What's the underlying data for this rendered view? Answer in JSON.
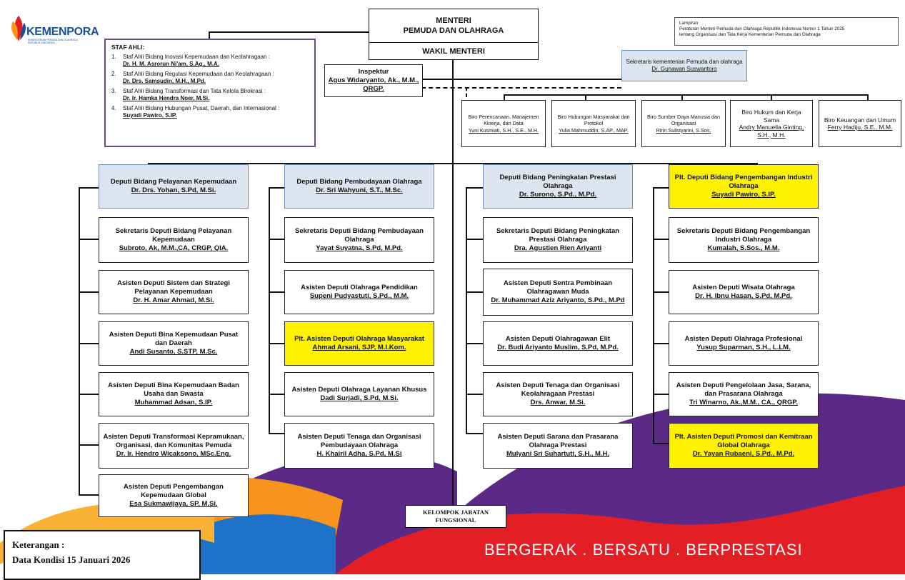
{
  "logo": {
    "name": "KEMENPORA",
    "subtitle": "KEMENTERIAN PEMUDA DAN OLAHRAGA REPUBLIK INDONESIA"
  },
  "menteri": {
    "title_line1": "MENTERI",
    "title_line2": "PEMUDA DAN OLAHRAGA",
    "wakil": "WAKIL MENTERI"
  },
  "lampiran": {
    "line1": "Lampiran",
    "line2": "Peraturan Menteri Pemuda dan Olahraga Republik Indonesia Nomor 1 Tahun 2025",
    "line3": "tentang Organisasi dan Tata Kerja Kementerian Pemuda dan Olahraga"
  },
  "staf_ahli": {
    "title": "STAF AHLI:",
    "items": [
      {
        "num": "1.",
        "role": "Staf Ahli Bidang Inovasi Kepemudaan dan Keolahragaan :",
        "name": "Dr. H. M. Asrorun Ni'am, S.Ag., M.A."
      },
      {
        "num": "2.",
        "role": "Staf Ahli Bidang Regulasi Kepemudaan dan Keolahragaan :",
        "name": "Dr. Drs. Samsudin, M.H., M.Pd."
      },
      {
        "num": "3.",
        "role": "Staf Ahli Bidang Transformasi dan Tata Kelola Birokrasi :",
        "name": "Dr. Ir. Hamka Hendra Noer, M.Si."
      },
      {
        "num": "4.",
        "role": "Staf Ahli Bidang Hubungan Pusat, Daerah, dan Internasional :",
        "name": "Suyadi Pawiro, S.IP."
      }
    ]
  },
  "inspektur": {
    "title": "Inspektur",
    "name": "Agus Widaryanto, Ak., M.M., QRGP."
  },
  "sekretaris": {
    "title": "Sekretaris kementerian Pemuda dan olahraga",
    "name": "Dr. Gunawan Suswantoro"
  },
  "biro": [
    {
      "title": "Biro Perencanaan, Manajemen Kinerja, dan Data",
      "name": "Yuni Kusmiati, S.H., S.E., M.H."
    },
    {
      "title": "Biro Hubungan Masyarakat dan Protokol",
      "name": "Yulia Mahmuddin, S.AP., MAP."
    },
    {
      "title": "Biro Sumber Daya Manusia dan Organisasi",
      "name": "Ririn Sulistyarini, S.Sos."
    },
    {
      "title": "Biro Hukum dan Kerja Sama",
      "name": "Andry Manuella Ginting, S.H., M.H."
    },
    {
      "title": "Biro Keuangan dan Umum",
      "name": "Ferry Hadiju, S.E., M.M."
    }
  ],
  "deputi": [
    {
      "head": {
        "title": "Deputi Bidang Pelayanan Kepemudaan",
        "name": "Dr. Drs. Yohan, S.Pd, M.Si."
      },
      "units": [
        {
          "title": "Sekretaris Deputi Bidang Pelayanan Kepemudaan",
          "name": "Subroto, Ak, M.M.,CA, CRGP, QIA."
        },
        {
          "title": "Asisten Deputi Sistem dan Strategi Pelayanan Kepemudaan",
          "name": "Dr. H. Amar Ahmad, M.Si."
        },
        {
          "title": "Asisten Deputi Bina Kepemudaan Pusat dan Daerah",
          "name": "Andi Susanto, S.STP, M.Sc."
        },
        {
          "title": "Asisten Deputi Bina Kepemudaan Badan Usaha dan Swasta",
          "name": "Muhammad Adsan, S.IP."
        },
        {
          "title": "Asisten Deputi Transformasi Kepramukaan, Organisasi, dan Komunitas Pemuda",
          "name": "Dr. Ir. Hendro Wicaksono, MSc.Eng."
        },
        {
          "title": "Asisten Deputi Pengembangan Kepemudaan Global",
          "name": "Esa Sukmawijaya, SP, M.Si."
        }
      ]
    },
    {
      "head": {
        "title": "Deputi Bidang Pembudayaan Olahraga",
        "name": "Dr. Sri Wahyuni, S.T., M.Sc."
      },
      "units": [
        {
          "title": "Sekretaris Deputi Bidang Pembudayaan Olahraga",
          "name": "Yayat Suyatna, S.Pd, M.Pd."
        },
        {
          "title": "Asisten Deputi Olahraga Pendidikan",
          "name": "Supeni Pudyastuti, S.Pd., M.M."
        },
        {
          "title": "Plt. Asisten Deputi Olahraga Masyarakat",
          "name": "Ahmad Arsani, SJP, M.I.Kom."
        },
        {
          "title": "Asisten Deputi Olahraga Layanan Khusus",
          "name": "Dadi Surjadi, S.Pd, M.Si."
        },
        {
          "title": "Asisten Deputi Tenaga dan Organisasi Pembudayaan Olahraga",
          "name": "H. Khairil Adha, S.Pd, M.Si"
        }
      ]
    },
    {
      "head": {
        "title": "Deputi Bidang Peningkatan Prestasi Olahraga",
        "name": "Dr. Surono, S.Pd., M.Pd."
      },
      "units": [
        {
          "title": "Sekretaris Deputi Bidang Peningkatan Prestasi Olahraga",
          "name": "Dra. Agustien Rien Ariyanti"
        },
        {
          "title": "Asisten Deputi Sentra Pembinaan Olahragawan Muda",
          "name": "Dr. Muhammad Aziz Ariyanto, S.Pd., M.Pd"
        },
        {
          "title": "Asisten Deputi Olahragawan Elit",
          "name": "Dr. Budi Ariyanto Muslim, S.Pd, M.Pd."
        },
        {
          "title": "Asisten Deputi Tenaga dan Organisasi Keolahragaan Prestasi",
          "name": "Drs. Anwar, M.Si."
        },
        {
          "title": "Asisten Deputi Sarana dan Prasarana Olahraga Prestasi",
          "name": "Mulyani Sri Suhartuti, S.H., M.H."
        }
      ]
    },
    {
      "head": {
        "title": "Plt. Deputi Bidang Pengembangan Industri Olahraga",
        "name": "Suyadi Pawiro, S.IP."
      },
      "units": [
        {
          "title": "Sekretaris Deputi Bidang Pengembangan Industri Olahraga",
          "name": "Kumalah, S.Sos., M.M."
        },
        {
          "title": "Asisten Deputi Wisata Olahraga",
          "name": "Dr. H. Ibnu Hasan, S.Pd, M.Pd."
        },
        {
          "title": "Asisten Deputi Olahraga Profesional",
          "name": "Yusup Suparman, S.H., L.LM."
        },
        {
          "title": "Asisten Deputi Pengelolaan Jasa, Sarana, dan Prasarana Olahraga",
          "name": "Tri Winarno, Ak.,M.M., CA., QRGP."
        },
        {
          "title": "Plt. Asisten Deputi Promosi dan Kemitraan Global Olahraga",
          "name": "Dr. Yayan Rubaeni, S.Pd., M.Pd."
        }
      ]
    }
  ],
  "kelompok": {
    "line1": "KELOMPOK JABATAN",
    "line2": "FUNGSIONAL"
  },
  "keterangan": {
    "line1": "Keterangan :",
    "line2": "Data Kondisi 15 Januari 2026"
  },
  "slogan": "BERGERAK . BERSATU . BERPRESTASI",
  "colors": {
    "highlight": "#fff200",
    "header_fill": "#dde5f0",
    "staf_border": "#6a4c93",
    "brand_blue": "#1a4f9c",
    "red": "#e31e24",
    "orange": "#f7941d",
    "purple": "#5b2a86"
  }
}
